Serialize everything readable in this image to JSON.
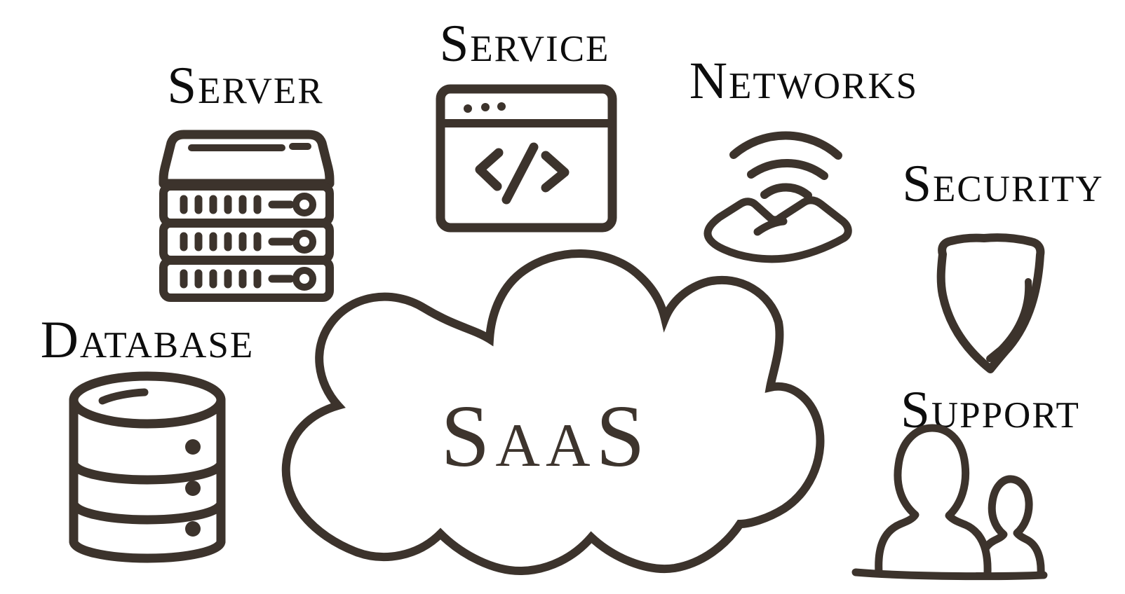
{
  "canvas": {
    "background": "#ffffff",
    "ink_color": "#3c332c",
    "label_color": "#0d0d0d",
    "cloud_text_color": "#3d342d"
  },
  "cloud": {
    "label": "SaaS"
  },
  "nodes": [
    {
      "id": "server",
      "label": "Server",
      "icon": "server-rack-icon"
    },
    {
      "id": "service",
      "label": "Service",
      "icon": "code-window-icon"
    },
    {
      "id": "networks",
      "label": "Networks",
      "icon": "wifi-hand-icon"
    },
    {
      "id": "security",
      "label": "Security",
      "icon": "shield-icon"
    },
    {
      "id": "database",
      "label": "Database",
      "icon": "database-icon"
    },
    {
      "id": "support",
      "label": "Support",
      "icon": "people-icon"
    }
  ]
}
